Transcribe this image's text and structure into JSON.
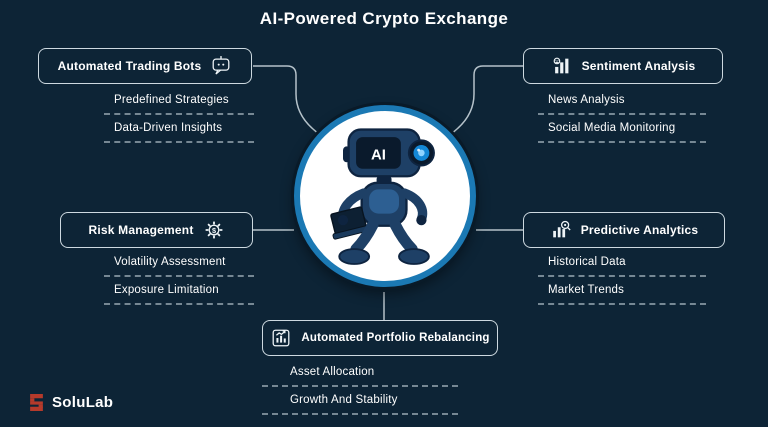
{
  "title": "AI-Powered Crypto Exchange",
  "center": {
    "label": "AI",
    "illustration": "ai-robot-with-laptop"
  },
  "nodes": [
    {
      "label": "Automated Trading Bots",
      "icon": "chatbot-icon",
      "items": [
        "Predefined Strategies",
        "Data-Driven Insights"
      ]
    },
    {
      "label": "Sentiment Analysis",
      "icon": "sentiment-bars-icon",
      "items": [
        "News Analysis",
        "Social Media Monitoring"
      ]
    },
    {
      "label": "Risk Management",
      "icon": "gear-dollar-icon",
      "items": [
        "Volatility Assessment",
        "Exposure Limitation"
      ]
    },
    {
      "label": "Predictive Analytics",
      "icon": "analytics-magnifier-icon",
      "items": [
        "Historical Data",
        "Market Trends"
      ]
    },
    {
      "label": "Automated Portfolio Rebalancing",
      "icon": "rebalancing-chart-icon",
      "items": [
        "Asset Allocation",
        "Growth And Stability"
      ]
    }
  ],
  "logo": {
    "name": "SoluLab",
    "mark": "pixel-s-logo"
  },
  "colors": {
    "background": "#0d2436",
    "box_border": "#cdd9e0",
    "ring_blue": "#1b79b4",
    "robot_navy": "#1e4066",
    "logo_red": "#b53a2b",
    "text": "#ffffff"
  }
}
